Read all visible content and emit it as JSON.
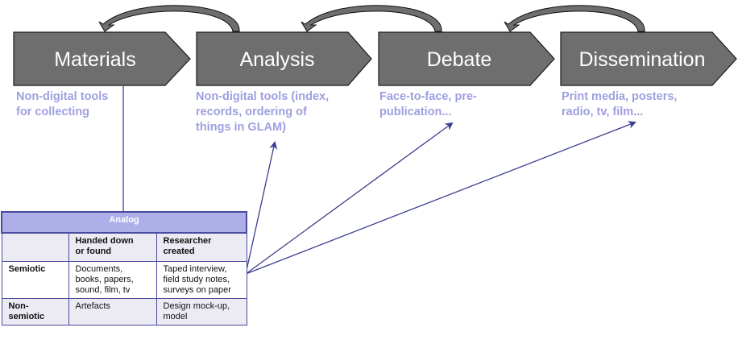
{
  "stages": [
    {
      "label": "Materials",
      "description": [
        "Non-digital tools",
        "for collecting"
      ]
    },
    {
      "label": "Analysis",
      "description": [
        "Non-digital tools (index,",
        "records, ordering of",
        "things in GLAM)"
      ]
    },
    {
      "label": "Debate",
      "description": [
        "Face-to-face, pre-",
        "publication..."
      ]
    },
    {
      "label": "Dissemination",
      "description": [
        "Print media, posters,",
        "radio, tv, film..."
      ]
    }
  ],
  "colors": {
    "stage_fill": "#6e6e6e",
    "stage_text": "#ffffff",
    "description_text": "#9e9fe0",
    "connector": "#3b3d8f",
    "table_header": "#aeaee8",
    "table_border": "#4a4aa0"
  },
  "table": {
    "title": "Analog",
    "columns": [
      "",
      "Handed down or found",
      "Researcher created"
    ],
    "column_lines": [
      [
        ""
      ],
      [
        "Handed down",
        "or found"
      ],
      [
        "Researcher",
        "created"
      ]
    ],
    "rows": [
      {
        "label": "Semiotic",
        "label_lines": [
          "Semiotic"
        ],
        "cells": [
          [
            "Documents,",
            "books, papers,",
            "sound, film, tv"
          ],
          [
            "Taped interview,",
            "field study notes,",
            "surveys on paper"
          ]
        ]
      },
      {
        "label": "Non-semiotic",
        "label_lines": [
          "Non-",
          "semiotic"
        ],
        "cells": [
          [
            "Artefacts"
          ],
          [
            "Design mock-up,",
            "model"
          ]
        ]
      }
    ]
  }
}
